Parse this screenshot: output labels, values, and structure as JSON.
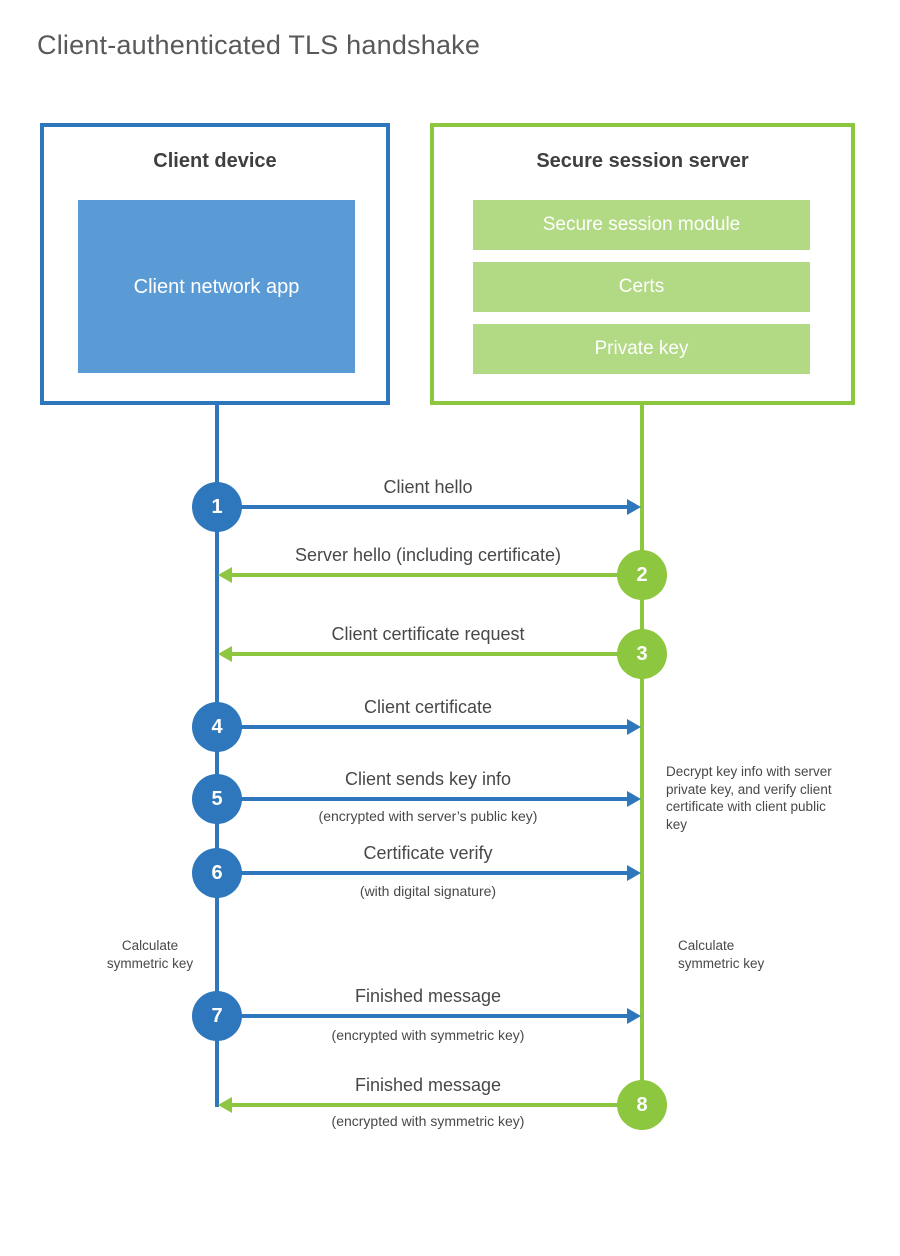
{
  "title": "Client-authenticated TLS handshake",
  "colors": {
    "blue": "#2e77bc",
    "blue_light": "#5b9bd5",
    "green": "#8dc63f",
    "green_light": "#b2d983"
  },
  "client": {
    "title": "Client device",
    "app": "Client network app"
  },
  "server": {
    "title": "Secure session server",
    "modules": [
      "Secure session module",
      "Certs",
      "Private key"
    ]
  },
  "steps": [
    {
      "num": "1",
      "label": "Client hello",
      "sub": "",
      "direction": "client-to-server"
    },
    {
      "num": "2",
      "label": "Server hello (including certificate)",
      "sub": "",
      "direction": "server-to-client"
    },
    {
      "num": "3",
      "label": "Client certificate request",
      "sub": "",
      "direction": "server-to-client"
    },
    {
      "num": "4",
      "label": "Client certificate",
      "sub": "",
      "direction": "client-to-server"
    },
    {
      "num": "5",
      "label": "Client sends key info",
      "sub": "(encrypted with server’s public key)",
      "direction": "client-to-server"
    },
    {
      "num": "6",
      "label": "Certificate verify",
      "sub": "(with digital signature)",
      "direction": "client-to-server"
    },
    {
      "num": "7",
      "label": "Finished message",
      "sub": "(encrypted with symmetric key)",
      "direction": "client-to-server"
    },
    {
      "num": "8",
      "label": "Finished message",
      "sub": "(encrypted with symmetric key)",
      "direction": "server-to-client"
    }
  ],
  "annotations": {
    "decrypt_note": "Decrypt key info with server private key, and verify client certificate with client public key",
    "calc_left": "Calculate symmetric key",
    "calc_right": "Calculate symmetric key"
  }
}
